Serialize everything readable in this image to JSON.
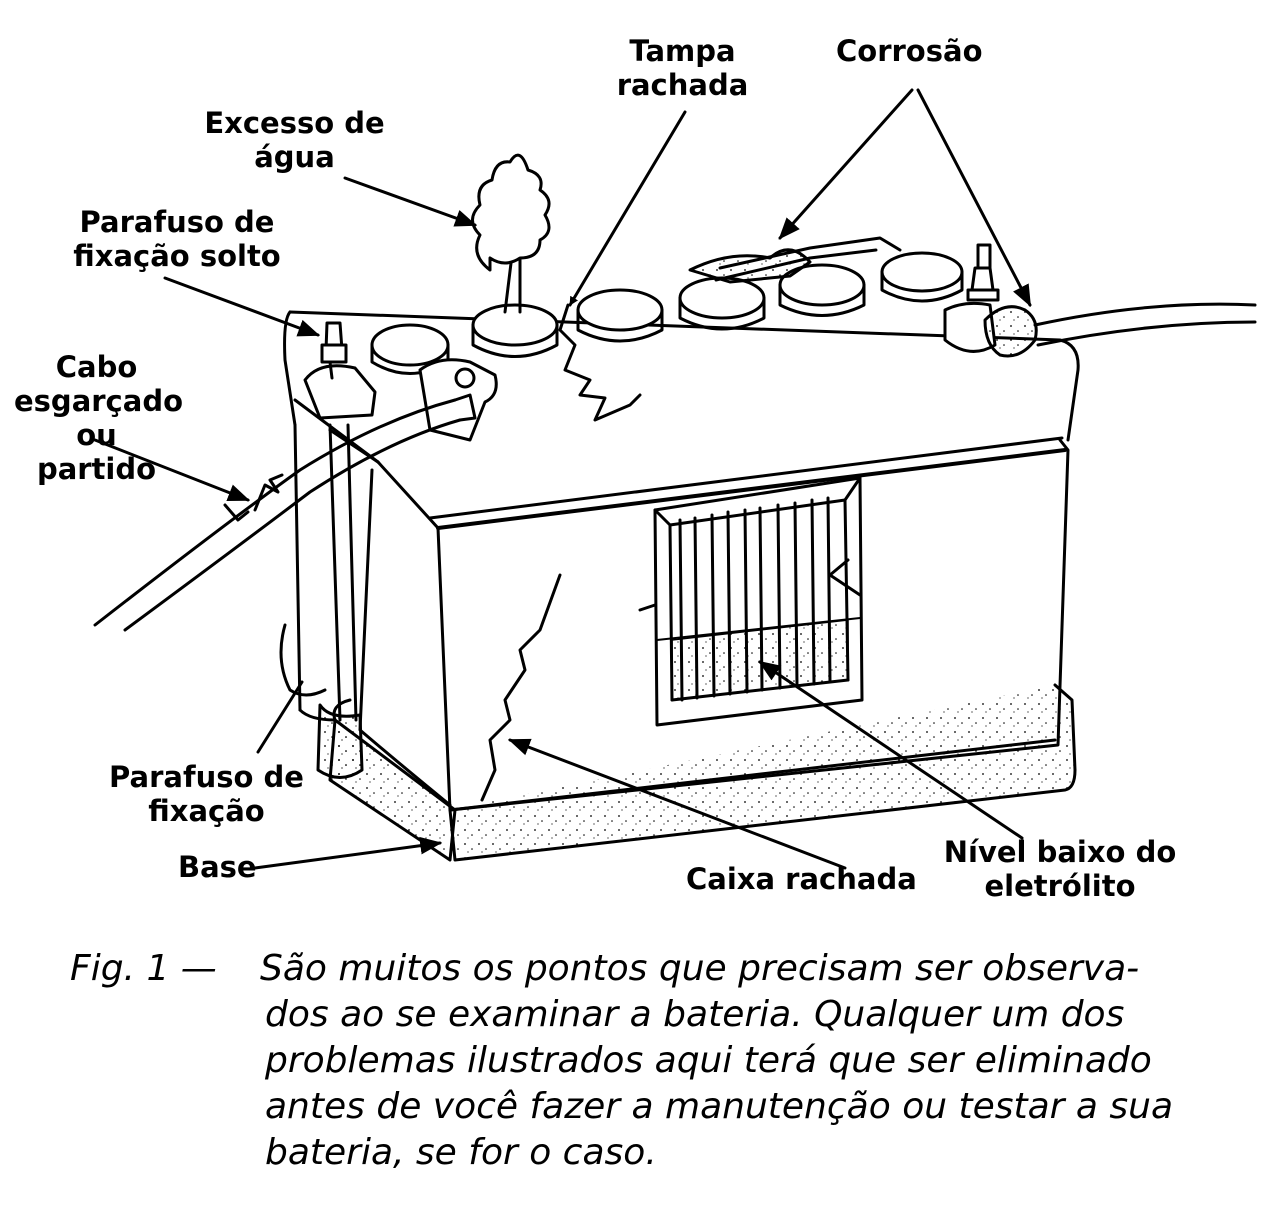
{
  "labels": {
    "tampa_rachada": [
      "Tampa",
      "rachada"
    ],
    "corrosao": [
      "Corrosão"
    ],
    "excesso_agua": [
      "Excesso de",
      "água"
    ],
    "parafuso_solto": [
      "Parafuso de",
      "fixação solto"
    ],
    "cabo": [
      "Cabo",
      "esgarçado",
      "ou",
      "partido"
    ],
    "parafuso_fixacao": [
      "Parafuso de",
      "fixação"
    ],
    "base": [
      "Base"
    ],
    "caixa_rachada": [
      "Caixa rachada"
    ],
    "nivel_baixo": [
      "Nível baixo do",
      "eletrólito"
    ]
  },
  "caption": {
    "number": "Fig. 1 —",
    "lines": [
      "São muitos os pontos que precisam ser observa-",
      "dos ao se examinar a bateria. Qualquer um dos",
      "problemas ilustrados aqui terá que ser eliminado",
      "antes de você fazer a manutenção ou testar a sua",
      "bateria, se for o caso."
    ]
  },
  "colors": {
    "ink": "#000000",
    "paper": "#ffffff"
  }
}
